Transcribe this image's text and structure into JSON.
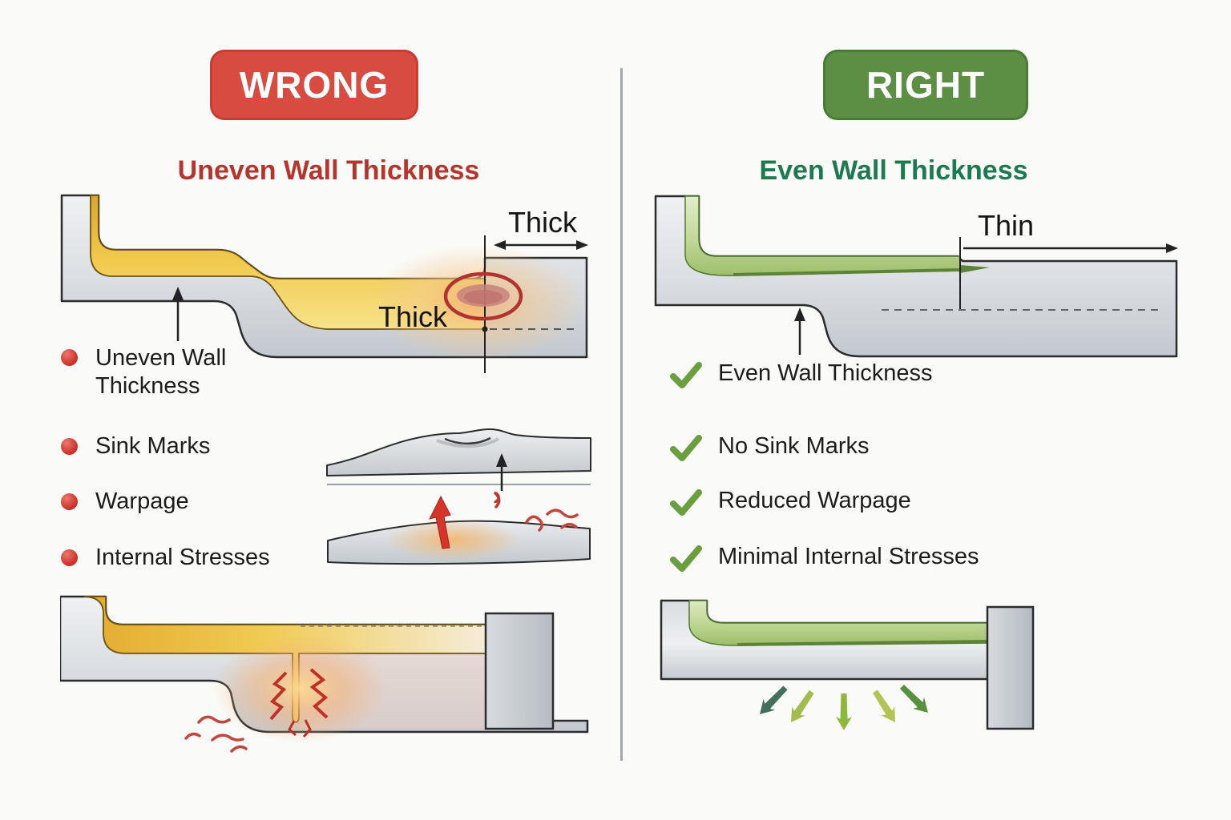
{
  "left": {
    "badge": "WRONG",
    "title": "Uneven Wall Thickness",
    "issues": [
      "Uneven Wall Thickness",
      "Sink Marks",
      "Warpage",
      "Internal Stresses"
    ],
    "labels": {
      "thick_top": "Thick",
      "thick_mid": "Thick"
    }
  },
  "right": {
    "badge": "RIGHT",
    "title": "Even Wall Thickness",
    "benefits": [
      "Even Wall Thickness",
      "No Sink Marks",
      "Reduced Warpage",
      "Minimal Internal Stresses"
    ],
    "labels": {
      "thin_top": "Thin"
    }
  },
  "colors": {
    "wrong_badge": "#d84b41",
    "wrong_title": "#b5352e",
    "right_badge": "#5c8f44",
    "right_title": "#1d7a50",
    "bullet_red": "#d23b33",
    "check_green": "#6a9e3f",
    "defect_highlight_red": "#b23230",
    "molten_gold": "#e9bb3f",
    "even_wall_green": "#a9c87a",
    "part_gray": "#d5d9dd"
  }
}
